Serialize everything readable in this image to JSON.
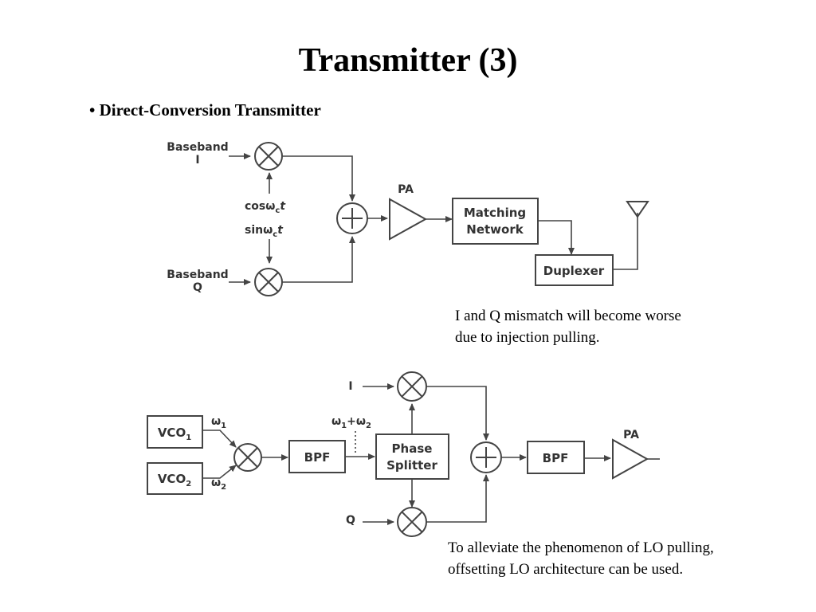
{
  "title": "Transmitter (3)",
  "bullet": "Direct-Conversion Transmitter",
  "diagram1": {
    "baseband_i": [
      "Baseband",
      "I"
    ],
    "baseband_q": [
      "Baseband",
      "Q"
    ],
    "cos_label": {
      "a": "cos",
      "w": "ω",
      "sub": "c",
      "t": "t"
    },
    "sin_label": {
      "a": "sin",
      "w": "ω",
      "sub": "c",
      "t": "t"
    },
    "pa_label": "PA",
    "matching_network": [
      "Matching",
      "Network"
    ],
    "duplexer": "Duplexer"
  },
  "note1": [
    "I and Q mismatch will become worse",
    "due to injection pulling."
  ],
  "diagram2": {
    "vco1": {
      "base": "VCO",
      "sub": "1"
    },
    "vco2": {
      "base": "VCO",
      "sub": "2"
    },
    "omega1": {
      "w": "ω",
      "sub": "1"
    },
    "omega2": {
      "w": "ω",
      "sub": "2"
    },
    "bpf1": "BPF",
    "sum_freq": {
      "w1": "ω",
      "s1": "1",
      "plus": "+",
      "w2": "ω",
      "s2": "2"
    },
    "phase_splitter": [
      "Phase",
      "Splitter"
    ],
    "i_label": "I",
    "q_label": "Q",
    "bpf2": "BPF",
    "pa_label": "PA"
  },
  "note2": [
    "To alleviate the phenomenon of LO pulling,",
    "offsetting LO architecture can be used."
  ]
}
